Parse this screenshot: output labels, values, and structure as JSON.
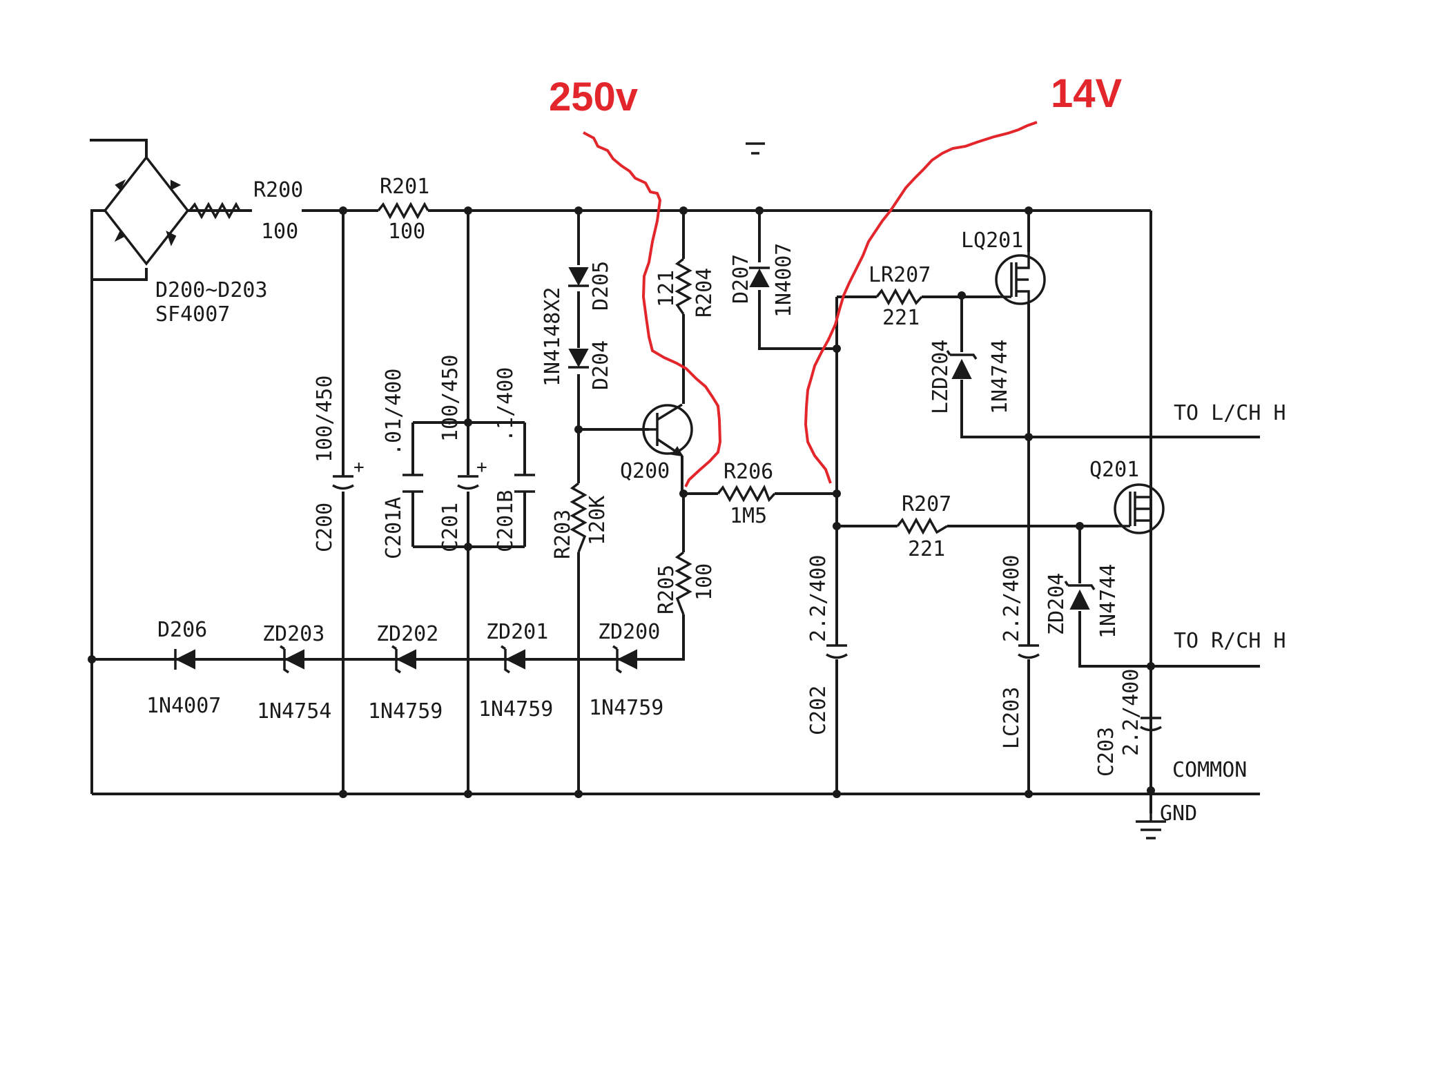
{
  "annotations": {
    "voltage_left": "250v",
    "voltage_right": "14V",
    "color": "#e3262b"
  },
  "components": {
    "bridge": {
      "ref": "D200~D203",
      "value": "SF4007"
    },
    "r200": {
      "ref": "R200",
      "value": "100"
    },
    "r201": {
      "ref": "R201",
      "value": "100"
    },
    "c200": {
      "ref": "C200",
      "value": "100/450"
    },
    "c201a": {
      "ref": "C201A",
      "value": ".01/400"
    },
    "c201": {
      "ref": "C201",
      "value": "100/450"
    },
    "c201b": {
      "ref": "C201B",
      "value": ".1/400"
    },
    "d205": {
      "ref": "D205",
      "value": "1N4148X2"
    },
    "d204": {
      "ref": "D204"
    },
    "r204": {
      "ref": "R204",
      "value": "121"
    },
    "d207": {
      "ref": "D207",
      "value": "1N4007"
    },
    "q200": {
      "ref": "Q200"
    },
    "r203": {
      "ref": "R203",
      "value": "120K"
    },
    "r206": {
      "ref": "R206",
      "value": "1M5"
    },
    "r205": {
      "ref": "R205",
      "value": "100"
    },
    "c202": {
      "ref": "C202",
      "value": "2.2/400"
    },
    "lr207": {
      "ref": "LR207",
      "value": "221"
    },
    "lzd204": {
      "ref": "LZD204",
      "value": "1N4744"
    },
    "lq201": {
      "ref": "LQ201"
    },
    "r207": {
      "ref": "R207",
      "value": "221"
    },
    "q201": {
      "ref": "Q201"
    },
    "zd204": {
      "ref": "ZD204",
      "value": "1N4744"
    },
    "lc203": {
      "ref": "LC203",
      "value": "2.2/400"
    },
    "c203": {
      "ref": "C203",
      "value": "2.2/400"
    },
    "d206": {
      "ref": "D206",
      "value": "1N4007"
    },
    "zd203": {
      "ref": "ZD203",
      "value": "1N4754"
    },
    "zd202": {
      "ref": "ZD202",
      "value": "1N4759"
    },
    "zd201": {
      "ref": "ZD201",
      "value": "1N4759"
    },
    "zd200": {
      "ref": "ZD200",
      "value": "1N4759"
    }
  },
  "outputs": {
    "lch": "TO L/CH H",
    "rch": "TO R/CH H",
    "common": "COMMON",
    "gnd": "GND"
  }
}
